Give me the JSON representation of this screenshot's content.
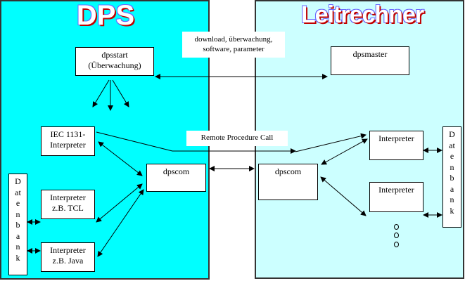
{
  "colors": {
    "dps_panel": "#00ffff",
    "leitrechner_panel": "#ccffff"
  },
  "dps": {
    "title": "DPS",
    "dpsstart": [
      "dpsstart",
      "(Überwachung)"
    ],
    "iec": [
      "IEC 1131-",
      "Interpreter"
    ],
    "dpscom": "dpscom",
    "tcl": [
      "Interpreter",
      "z.B. TCL"
    ],
    "java": [
      "Interpreter",
      "z.B. Java"
    ],
    "datenbank": "Datenbank"
  },
  "leitrechner": {
    "title": "Leitrechner",
    "dpsmaster": "dpsmaster",
    "dpscom": "dpscom",
    "interpreter1": "Interpreter",
    "interpreter2": "Interpreter",
    "datenbank": "Datenbank"
  },
  "labels": {
    "download": [
      "download, überwachung,",
      "software, parameter"
    ],
    "rpc": "Remote Procedure Call"
  }
}
